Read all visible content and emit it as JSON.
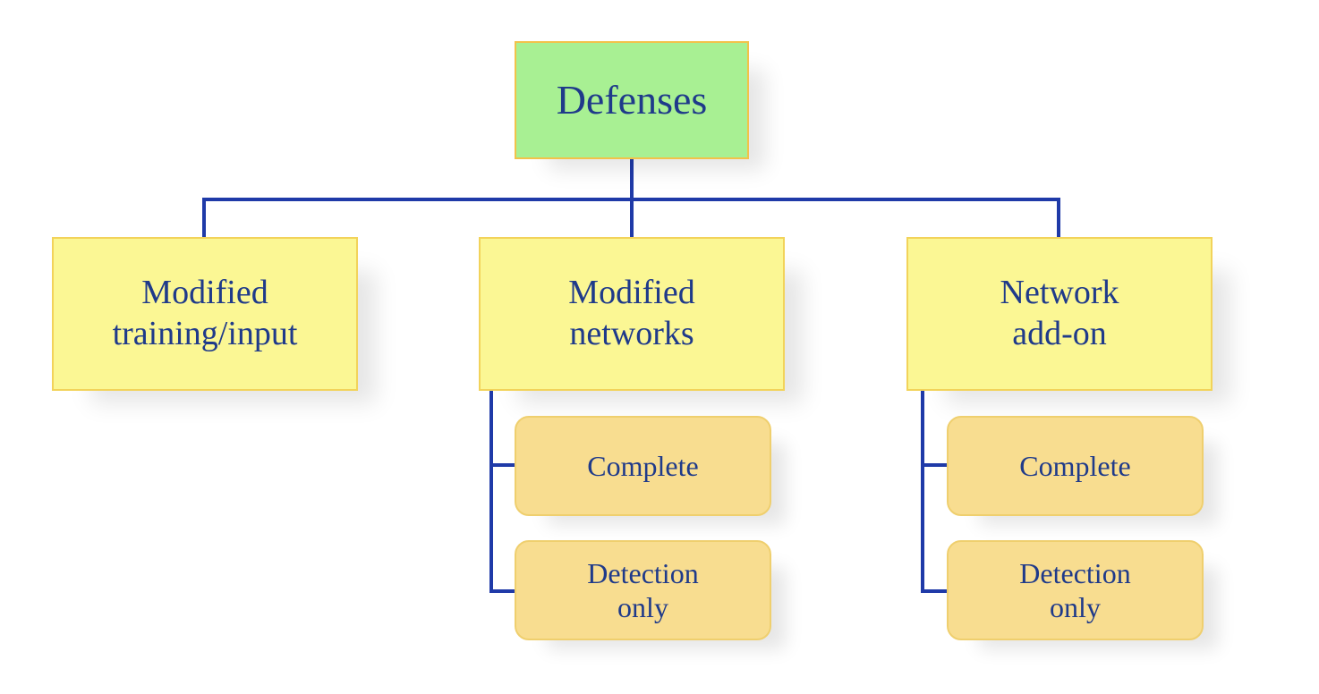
{
  "diagram": {
    "root": {
      "label": "Defenses"
    },
    "branches": [
      {
        "label": "Modified\ntraining/input",
        "children": []
      },
      {
        "label": "Modified\nnetworks",
        "children": [
          {
            "label": "Complete"
          },
          {
            "label": "Detection\nonly"
          }
        ]
      },
      {
        "label": "Network\nadd-on",
        "children": [
          {
            "label": "Complete"
          },
          {
            "label": "Detection\nonly"
          }
        ]
      }
    ]
  },
  "colors": {
    "connector": "#1f3aa8",
    "text": "#1f3a8a",
    "root_fill": "#a8f093",
    "branch_fill": "#fbf794",
    "leaf_fill": "#f8dd90"
  }
}
